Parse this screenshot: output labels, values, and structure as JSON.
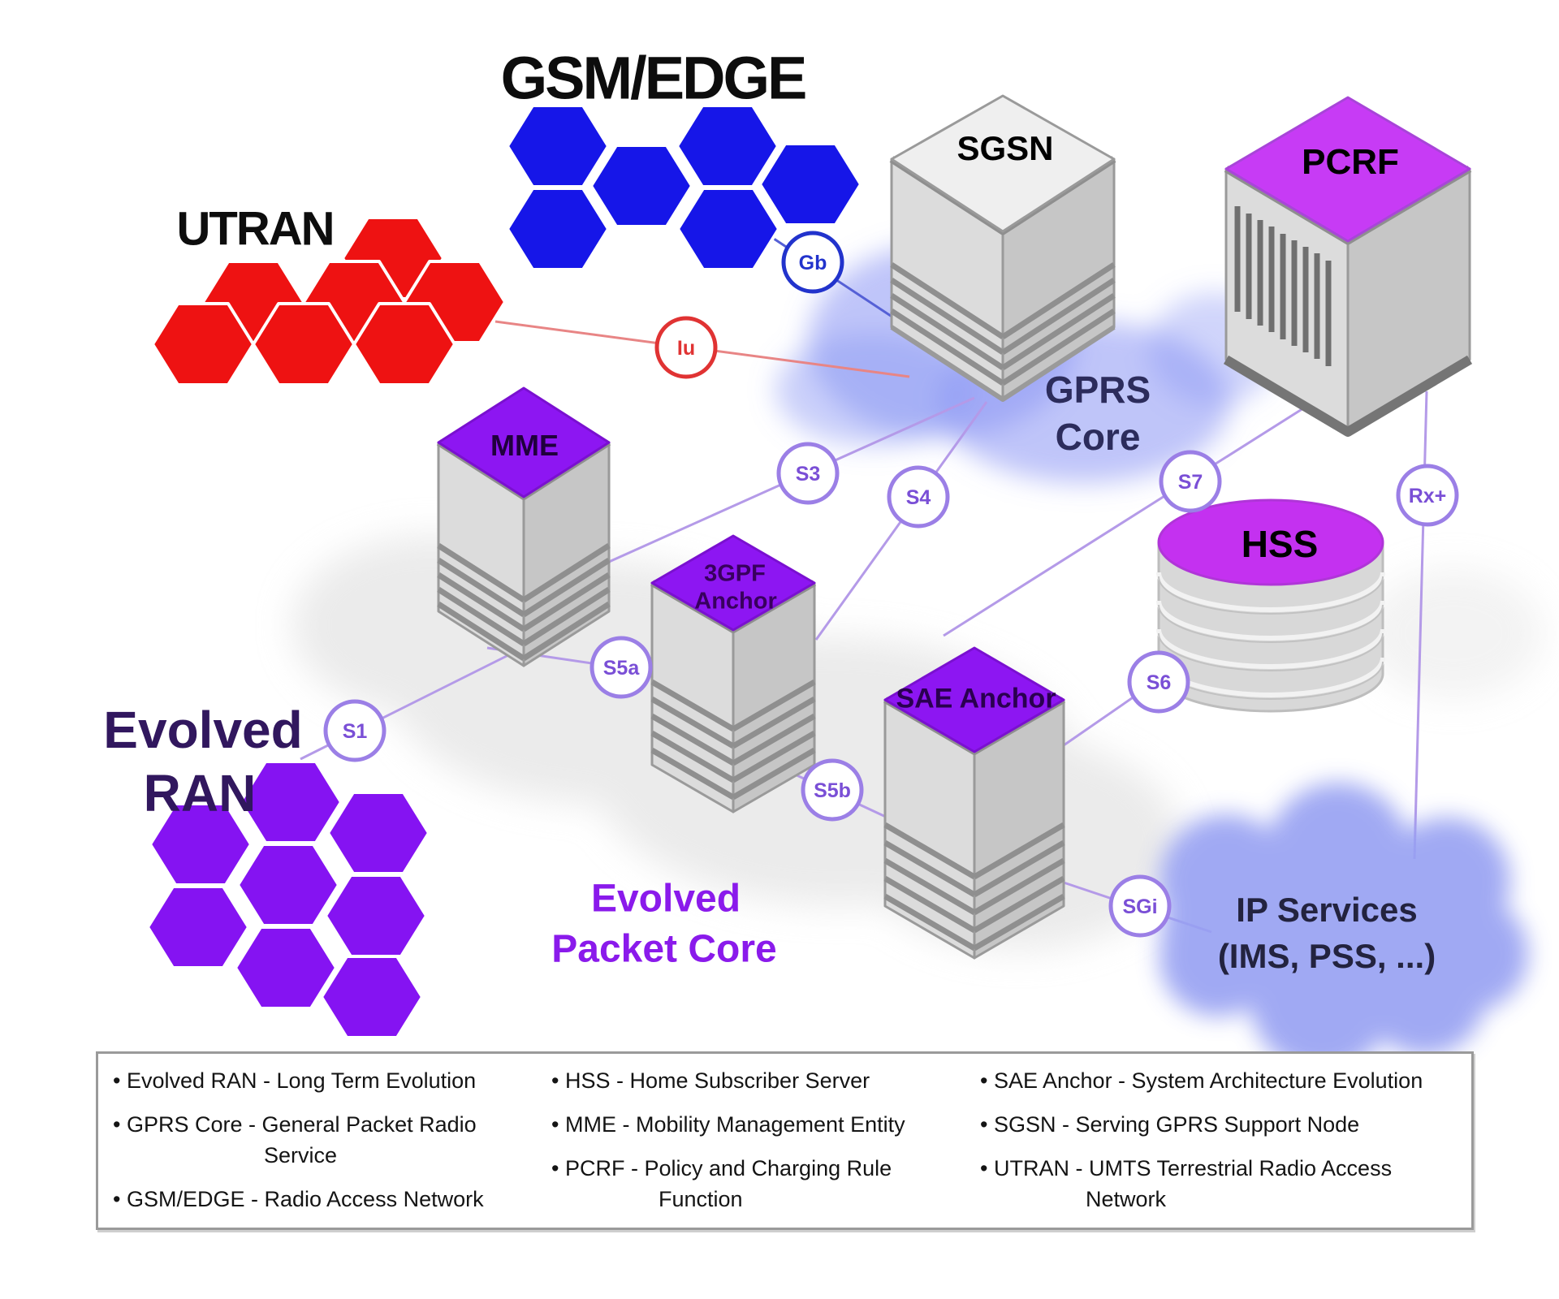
{
  "clusters": {
    "gsm_edge": {
      "label": "GSM/EDGE"
    },
    "utran": {
      "label": "UTRAN"
    },
    "evolved_ran": {
      "line1": "Evolved",
      "line2": "RAN"
    }
  },
  "nodes": {
    "sgsn": "SGSN",
    "pcrf": "PCRF",
    "mme": "MME",
    "anchor_3gpp": {
      "line1": "3GPF",
      "line2": "Anchor"
    },
    "sae_anchor": "SAE Anchor",
    "hss": "HSS"
  },
  "area_labels": {
    "gprs_core": {
      "line1": "GPRS",
      "line2": "Core"
    },
    "evolved_packet_core": {
      "line1": "Evolved",
      "line2": "Packet Core"
    },
    "ip_services": {
      "line1": "IP Services",
      "line2": "(IMS, PSS, ...)"
    }
  },
  "interfaces": {
    "gb": "Gb",
    "iu": "Iu",
    "s1": "S1",
    "s3": "S3",
    "s4": "S4",
    "s5a": "S5a",
    "s5b": "S5b",
    "s6": "S6",
    "s7": "S7",
    "sgi": "SGi",
    "rx": "Rx+"
  },
  "legend": {
    "columns": [
      {
        "items": [
          {
            "lines": [
              "Evolved RAN - Long Term Evolution"
            ]
          },
          {
            "lines": [
              "GPRS Core - General Packet Radio",
              "Service"
            ]
          },
          {
            "lines": [
              "GSM/EDGE - Radio Access Network"
            ]
          }
        ]
      },
      {
        "items": [
          {
            "lines": [
              "HSS - Home Subscriber Server"
            ]
          },
          {
            "lines": [
              "MME - Mobility Management Entity"
            ]
          },
          {
            "lines": [
              "PCRF - Policy and Charging Rule",
              "Function"
            ]
          }
        ]
      },
      {
        "items": [
          {
            "lines": [
              "SAE Anchor - System Architecture Evolution"
            ]
          },
          {
            "lines": [
              "SGSN - Serving GPRS Support Node"
            ]
          },
          {
            "lines": [
              "UTRAN - UMTS Terrestrial Radio Access",
              "Network"
            ]
          }
        ]
      }
    ]
  },
  "colors": {
    "hex_blue": "#1616e8",
    "hex_red": "#ee1212",
    "hex_purple": "#8513f2",
    "server_top_purple": "#8d16f2",
    "pcrf_top": "#c73bf5",
    "hss_top": "#c431f0",
    "line_lavender": "#b49ae8",
    "line_blue": "#5560d6",
    "line_red": "#e88585",
    "ring_purple": "#9b7fe6",
    "ring_text_purple": "#7a4fd6",
    "ring_blue": "#2233cc",
    "ring_red": "#e03333"
  }
}
